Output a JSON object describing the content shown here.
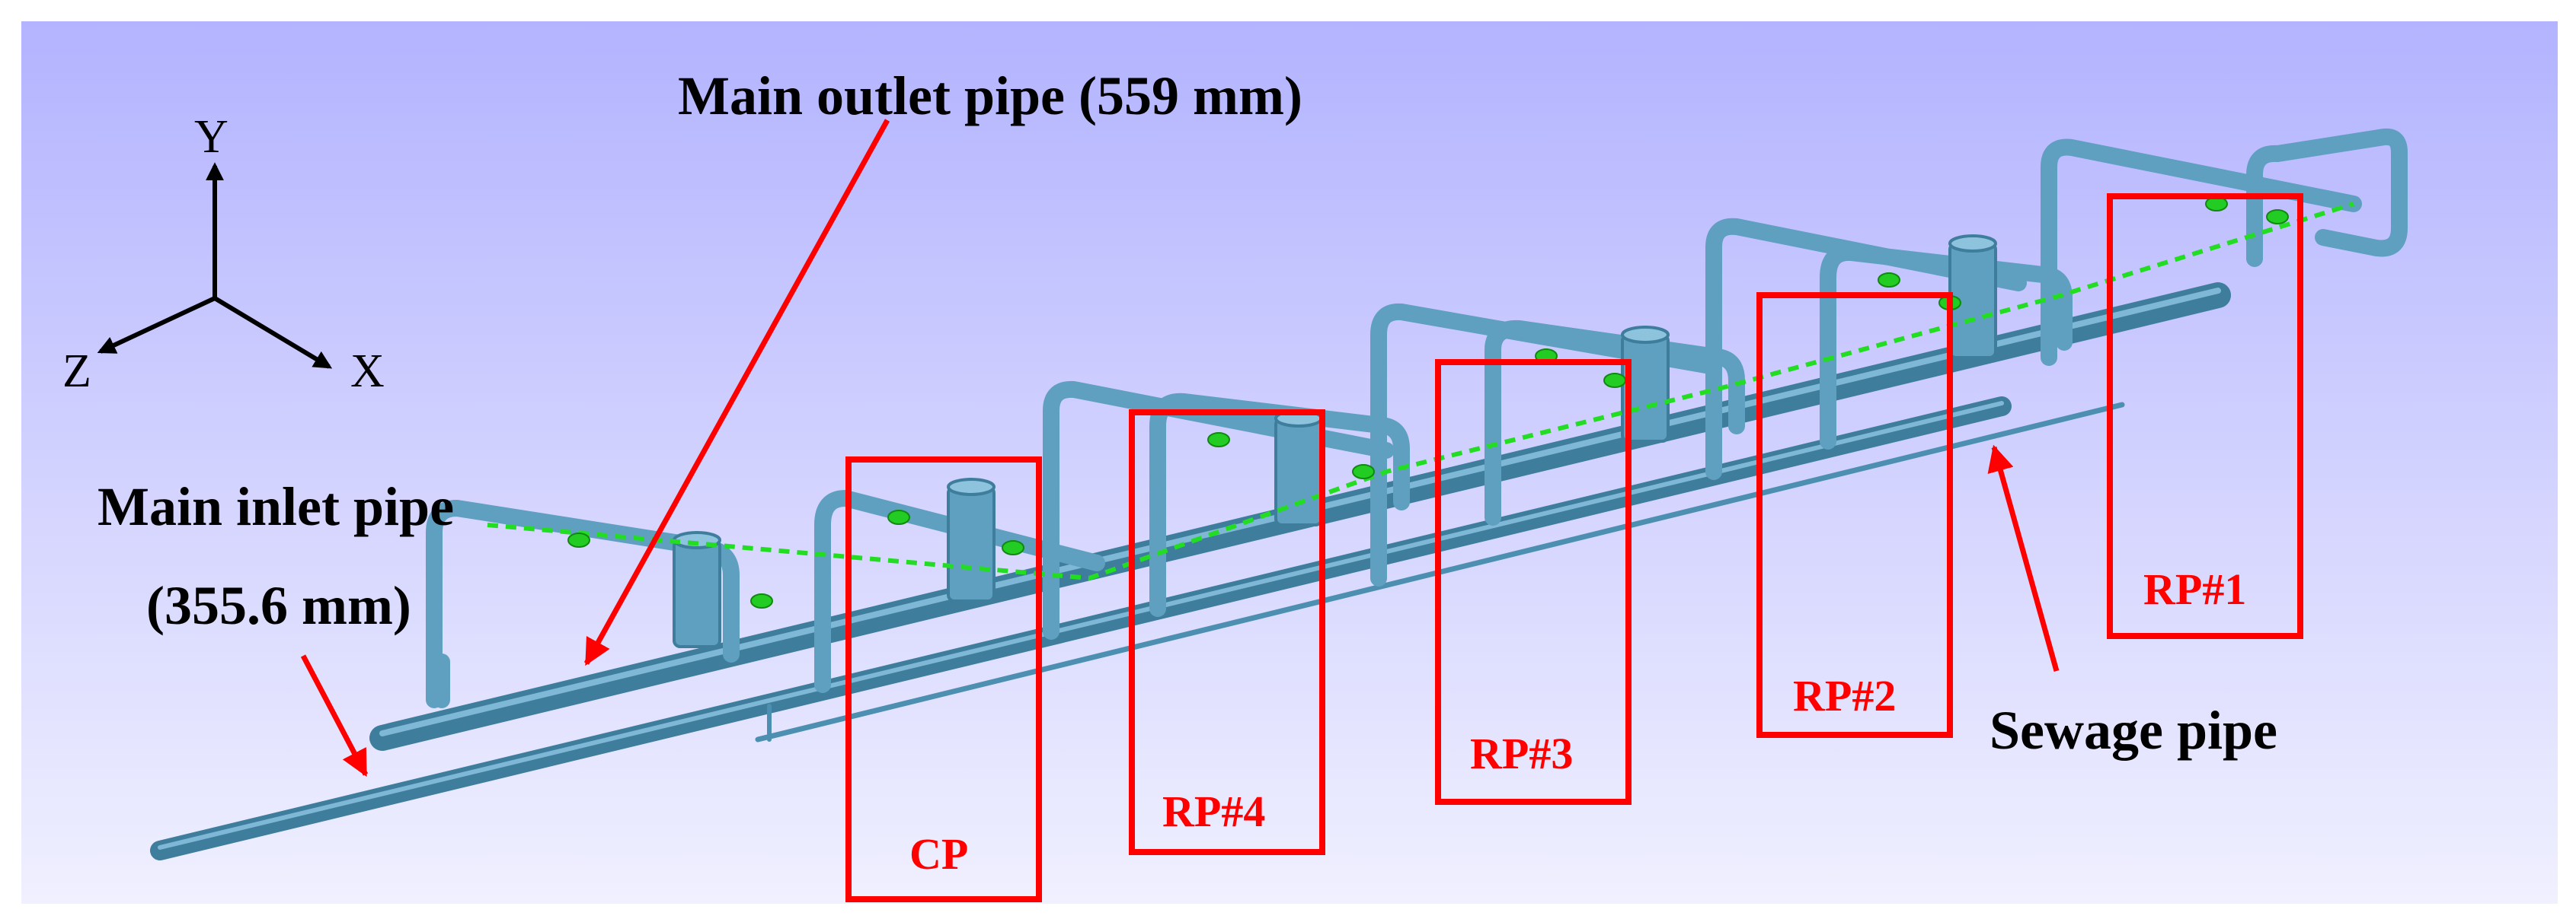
{
  "axes": {
    "y": "Y",
    "z": "Z",
    "x": "X"
  },
  "labels": {
    "outlet": "Main outlet pipe (559 mm)",
    "inlet_line1": "Main inlet pipe",
    "inlet_line2": "(355.6 mm)",
    "sewage": "Sewage pipe"
  },
  "boxes": {
    "cp": "CP",
    "rp4": "RP#4",
    "rp3": "RP#3",
    "rp2": "RP#2",
    "rp1": "RP#1"
  },
  "colors": {
    "pipe": "#5f9fc0",
    "pipe_dark": "#3e7d9c",
    "highlight": "#ff0000",
    "flow": "#22dd22",
    "bg_top": "#b3b3ff",
    "bg_bottom": "#eeeeff"
  }
}
